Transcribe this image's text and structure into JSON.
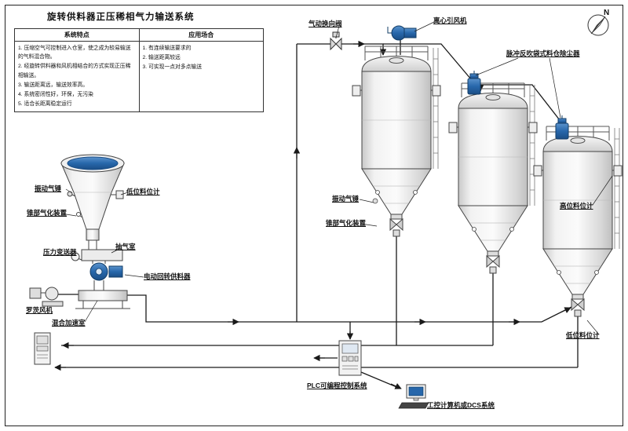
{
  "title": "旋转供料器正压稀相气力输送系统",
  "table": {
    "header_features": "系统特点",
    "header_applications": "应用场合",
    "features": [
      "1. 压缩空气可控制进入仓室，使之成为较易输送的气料混合物。",
      "2. 经旋转供料器和风机相结合的方式实现正压稀相输送。",
      "3. 输送距离远，输送效率高。",
      "4. 系统密闭性好，环保，无污染",
      "5. 适合长距离稳定运行"
    ],
    "applications": [
      "1. 有连续输送要求的",
      "2. 输送距离较远",
      "3. 可实现一点对多点输送"
    ]
  },
  "labels": {
    "pneumatic_diverter_valve": "气动换向阀",
    "centrifugal_fan": "离心引风机",
    "dust_collector": "脉冲反吹袋式料仓除尘器",
    "vibration_hammer_left": "振动气锤",
    "low_level_indicator_left": "低位料位计",
    "cone_aeration_left": "锥部气化装置",
    "pressure_transmitter": "压力变送器",
    "extraction_chamber": "抽气室",
    "rotary_feeder": "电动回转供料器",
    "roots_blower": "罗茨风机",
    "mixing_chamber": "混合加速室",
    "vibration_hammer_center": "振动气锤",
    "cone_aeration_center": "锥部气化装置",
    "high_level_indicator": "高位料位计",
    "low_level_indicator_right": "低位料位计",
    "plc_system": "PLC可编程控制系统",
    "computer_system": "工控计算机或DCS系统",
    "compass_n": "N"
  },
  "colors": {
    "accent_blue": "#2767ab",
    "line": "#1a1a1a"
  }
}
